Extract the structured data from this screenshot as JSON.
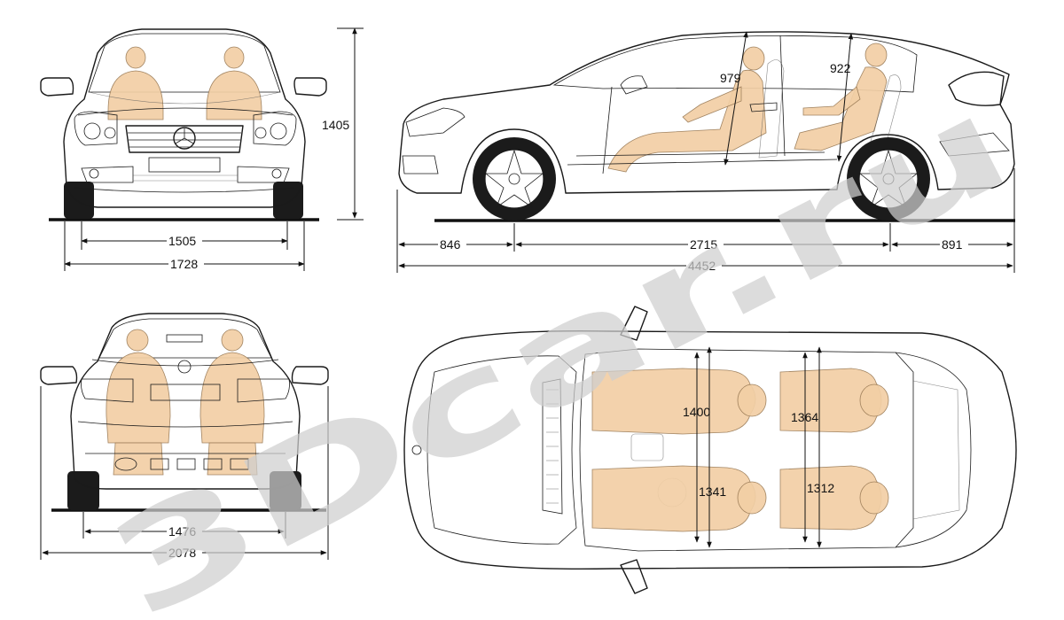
{
  "watermark": "3Dcar.ru",
  "front_view": {
    "track": "1505",
    "width": "1728",
    "height": "1405"
  },
  "side_view": {
    "front_overhang": "846",
    "wheelbase": "2715",
    "rear_overhang": "891",
    "length": "4452",
    "front_headroom": "979",
    "rear_headroom": "922"
  },
  "rear_view": {
    "track": "1476",
    "width_with_mirrors": "2078"
  },
  "top_view": {
    "front_shoulder_room": "1400",
    "rear_shoulder_room": "1364",
    "front_elbow_room": "1341",
    "rear_elbow_room": "1312"
  },
  "colors": {
    "occupant": "#f2cfa5",
    "line": "#1a1a1a",
    "watermark": "#cfcfcf"
  }
}
